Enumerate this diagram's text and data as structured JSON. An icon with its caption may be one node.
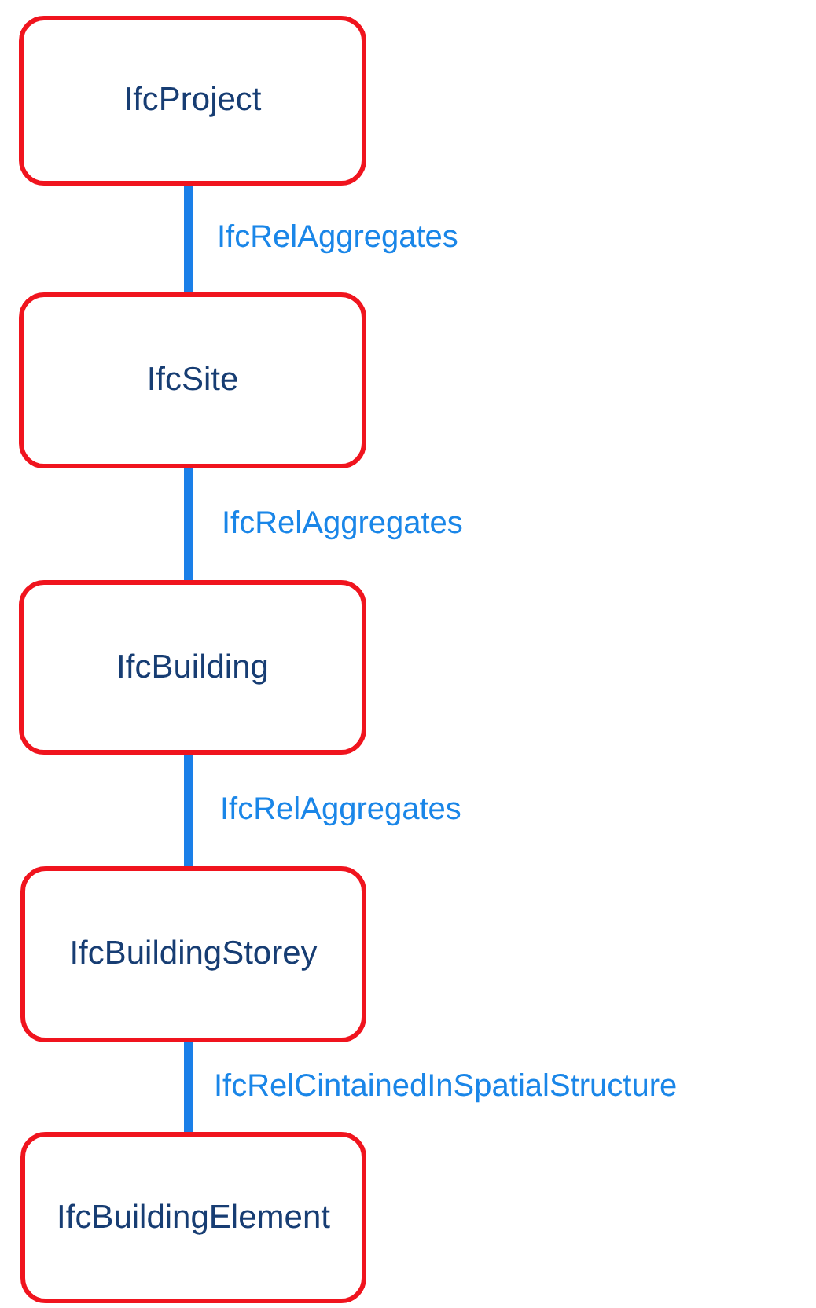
{
  "diagram": {
    "nodes": [
      {
        "text": [
          "IfcProject"
        ]
      },
      {
        "text": [
          "IfcSite"
        ]
      },
      {
        "text": [
          "IfcBuilding"
        ]
      },
      {
        "text": [
          "IfcBuildingStorey"
        ]
      },
      {
        "text": [
          "IfcBuildingElement"
        ]
      }
    ],
    "edges": [
      {
        "from": 0,
        "to": 1,
        "arrow": "none",
        "label": "IfcRelAggregates"
      },
      {
        "from": 1,
        "to": 2,
        "arrow": "none",
        "label": "IfcRelAggregates"
      },
      {
        "from": 2,
        "to": 3,
        "arrow": "none",
        "label": "IfcRelAggregates"
      },
      {
        "from": 3,
        "to": 4,
        "arrow": "none",
        "label": "IfcRelCintainedInSpatialStructure"
      }
    ]
  }
}
